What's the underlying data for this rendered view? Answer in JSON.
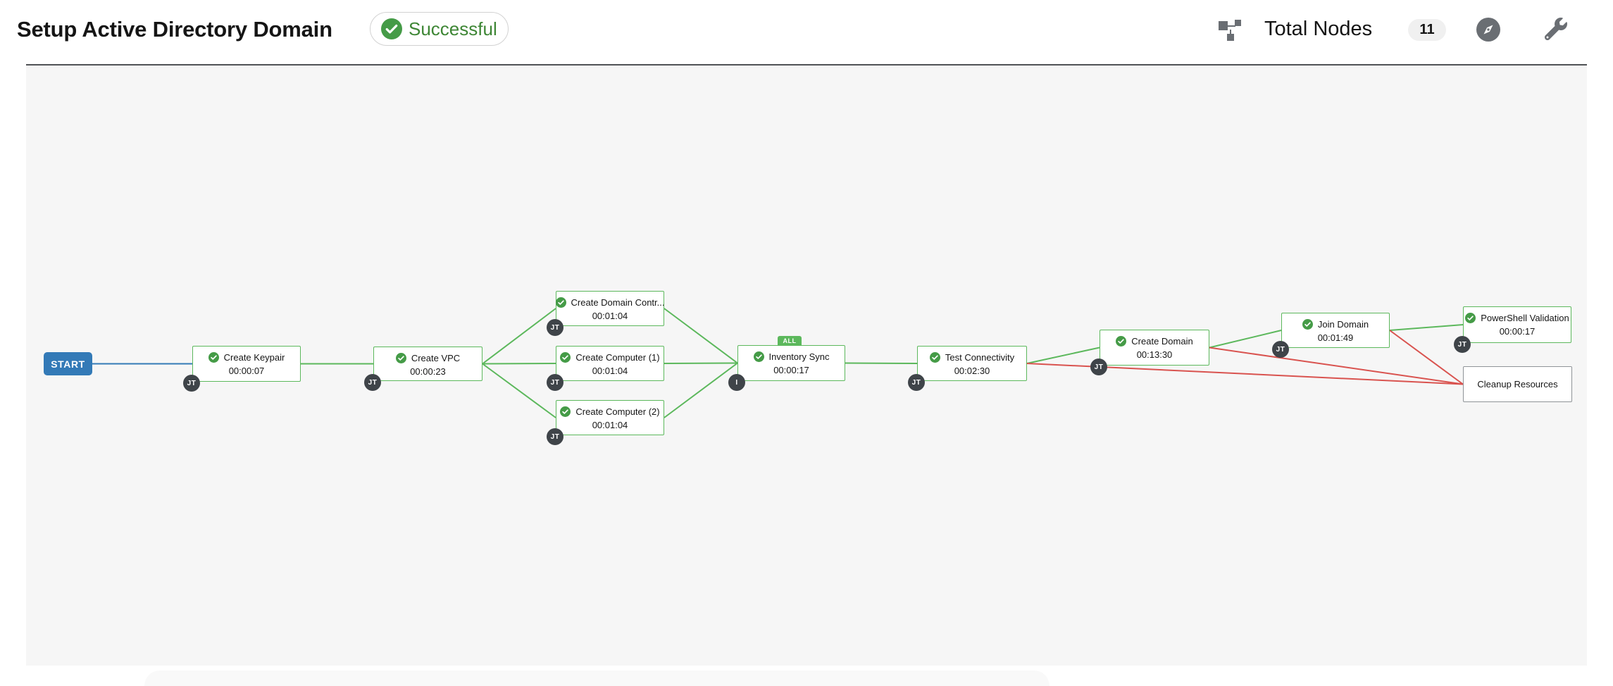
{
  "header": {
    "title": "Setup Active Directory Domain",
    "status_label": "Successful",
    "total_nodes_label": "Total Nodes",
    "total_nodes_count": "11"
  },
  "colors": {
    "success_green": "#5CB85C",
    "failure_red": "#D9534F",
    "start_blue": "#337AB7",
    "status_text_green": "#3E8635",
    "check_icon_green": "#459B47",
    "node_badge_dark": "#3F4449",
    "not_run_gray": "#8F9397",
    "canvas_bg": "#F6F6F6",
    "header_icon_gray": "#6A6E73"
  },
  "workflow": {
    "start_label": "START",
    "all_tag": "ALL",
    "nodes": [
      {
        "id": "start",
        "title": "START",
        "type": "start"
      },
      {
        "id": "create_keypair",
        "title": "Create Keypair",
        "elapsed": "00:00:07",
        "badge": "JT",
        "status": "successful"
      },
      {
        "id": "create_vpc",
        "title": "Create VPC",
        "elapsed": "00:00:23",
        "badge": "JT",
        "status": "successful"
      },
      {
        "id": "create_domain_controller",
        "title": "Create Domain Contr...",
        "elapsed": "00:01:04",
        "badge": "JT",
        "status": "successful"
      },
      {
        "id": "create_computer_1",
        "title": "Create Computer (1)",
        "elapsed": "00:01:04",
        "badge": "JT",
        "status": "successful"
      },
      {
        "id": "create_computer_2",
        "title": "Create Computer (2)",
        "elapsed": "00:01:04",
        "badge": "JT",
        "status": "successful"
      },
      {
        "id": "inventory_sync",
        "title": "Inventory Sync",
        "elapsed": "00:00:17",
        "badge": "I",
        "status": "successful",
        "tag": "ALL"
      },
      {
        "id": "test_connectivity",
        "title": "Test Connectivity",
        "elapsed": "00:02:30",
        "badge": "JT",
        "status": "successful"
      },
      {
        "id": "create_domain",
        "title": "Create Domain",
        "elapsed": "00:13:30",
        "badge": "JT",
        "status": "successful"
      },
      {
        "id": "join_domain",
        "title": "Join Domain",
        "elapsed": "00:01:49",
        "badge": "JT",
        "status": "successful"
      },
      {
        "id": "powershell_validation",
        "title": "PowerShell Validation",
        "elapsed": "00:00:17",
        "badge": "JT",
        "status": "successful"
      },
      {
        "id": "cleanup_resources",
        "title": "Cleanup Resources",
        "status": "not-run"
      }
    ],
    "edges": [
      {
        "from": "start",
        "to": "create_keypair",
        "status": "always"
      },
      {
        "from": "create_keypair",
        "to": "create_vpc",
        "status": "success"
      },
      {
        "from": "create_vpc",
        "to": "create_domain_controller",
        "status": "success"
      },
      {
        "from": "create_vpc",
        "to": "create_computer_1",
        "status": "success"
      },
      {
        "from": "create_vpc",
        "to": "create_computer_2",
        "status": "success"
      },
      {
        "from": "create_domain_controller",
        "to": "inventory_sync",
        "status": "success"
      },
      {
        "from": "create_computer_1",
        "to": "inventory_sync",
        "status": "success"
      },
      {
        "from": "create_computer_2",
        "to": "inventory_sync",
        "status": "success"
      },
      {
        "from": "inventory_sync",
        "to": "test_connectivity",
        "status": "success"
      },
      {
        "from": "test_connectivity",
        "to": "create_domain",
        "status": "success"
      },
      {
        "from": "create_domain",
        "to": "join_domain",
        "status": "success"
      },
      {
        "from": "join_domain",
        "to": "powershell_validation",
        "status": "success"
      },
      {
        "from": "test_connectivity",
        "to": "cleanup_resources",
        "status": "failure"
      },
      {
        "from": "create_domain",
        "to": "cleanup_resources",
        "status": "failure"
      },
      {
        "from": "join_domain",
        "to": "cleanup_resources",
        "status": "failure"
      }
    ]
  }
}
